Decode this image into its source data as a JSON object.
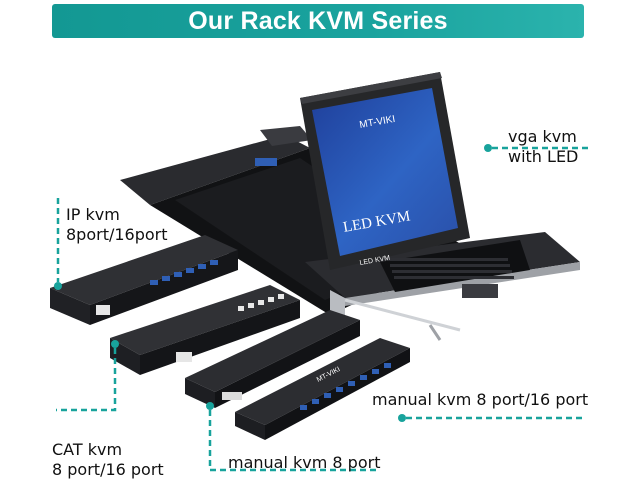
{
  "banner": {
    "title": "Our Rack KVM Series",
    "color": "#18a39c"
  },
  "labels": {
    "vga_kvm": {
      "line1": "vga kvm",
      "line2": "with LED"
    },
    "ip_kvm": {
      "line1": "IP kvm",
      "line2": "8port/16port"
    },
    "cat_kvm": {
      "line1": "CAT kvm",
      "line2": "8 port/16 port"
    },
    "manual_16": {
      "line1": "manual kvm 8 port/16 port"
    },
    "manual_8": {
      "line1": "manual kvm 8 port"
    }
  },
  "device_text": {
    "monitor_brand": "MT-VIKI",
    "monitor_screen": "LED KVM",
    "bezel_label": "LED KVM",
    "manual_brand": "MT-VIKI"
  },
  "colors": {
    "accent": "#18a39c",
    "screen_blue": "#2a4fa8",
    "device_body": "#1c1d20"
  }
}
